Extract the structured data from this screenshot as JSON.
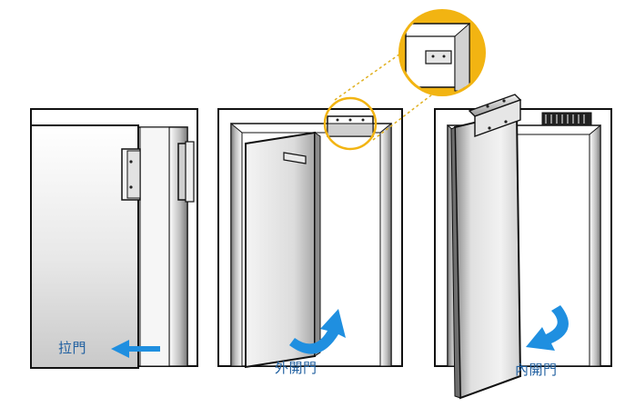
{
  "labels": {
    "sliding_door": "拉門",
    "outward_door": "外開門",
    "inward_door": "內開門"
  },
  "colors": {
    "arrow_blue": "#1f8fe0",
    "label_blue": "#1f5fa0",
    "highlight_yellow": "#f2b412",
    "outline": "#111111"
  },
  "icons": {
    "slide_arrow": "arrow-left-icon",
    "outward_arrow": "curved-arrow-up-icon",
    "inward_arrow": "curved-arrow-down-icon"
  }
}
